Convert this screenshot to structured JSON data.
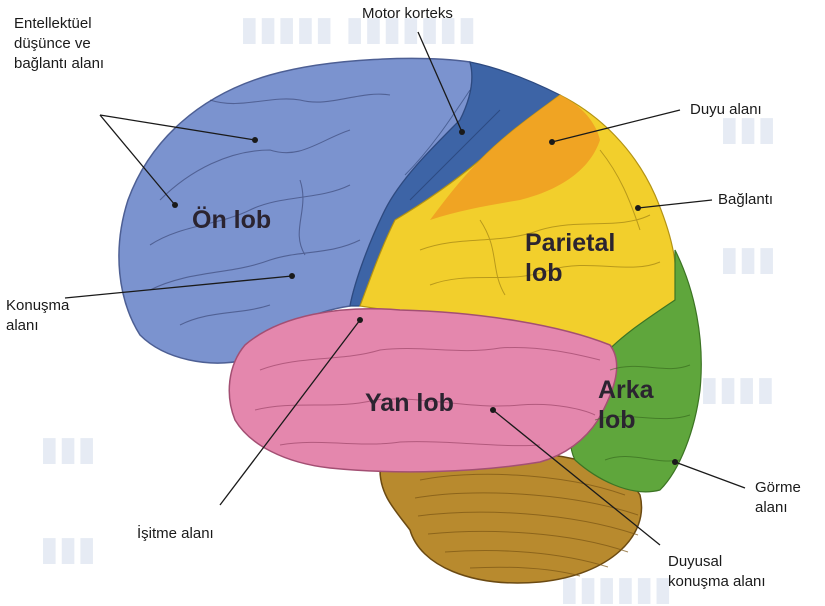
{
  "lobes": {
    "frontal": "Ön lob",
    "parietal_line1": "Parietal",
    "parietal_line2": "lob",
    "temporal": "Yan lob",
    "occipital_line1": "Arka",
    "occipital_line2": "lob"
  },
  "labels": {
    "intellectual_line1": "Entellektüel",
    "intellectual_line2": "düşünce ve",
    "intellectual_line3": "bağlantı alanı",
    "motor_cortex": "Motor korteks",
    "sensory_area": "Duyu alanı",
    "association": "Bağlantı",
    "speech_line1": "Konuşma",
    "speech_line2": "alanı",
    "hearing": "İşitme alanı",
    "vision_line1": "Görme",
    "vision_line2": "alanı",
    "sensory_speech_line1": "Duyusal",
    "sensory_speech_line2": "konuşma alanı"
  },
  "colors": {
    "frontal": "#7b93cf",
    "motor": "#3d64a6",
    "parietal": "#f2cf2c",
    "sensory": "#ef9f22",
    "temporal": "#e487ad",
    "occipital": "#5fa63c",
    "cerebellum": "#b88a2e",
    "leader_line": "#1a1a1a"
  }
}
